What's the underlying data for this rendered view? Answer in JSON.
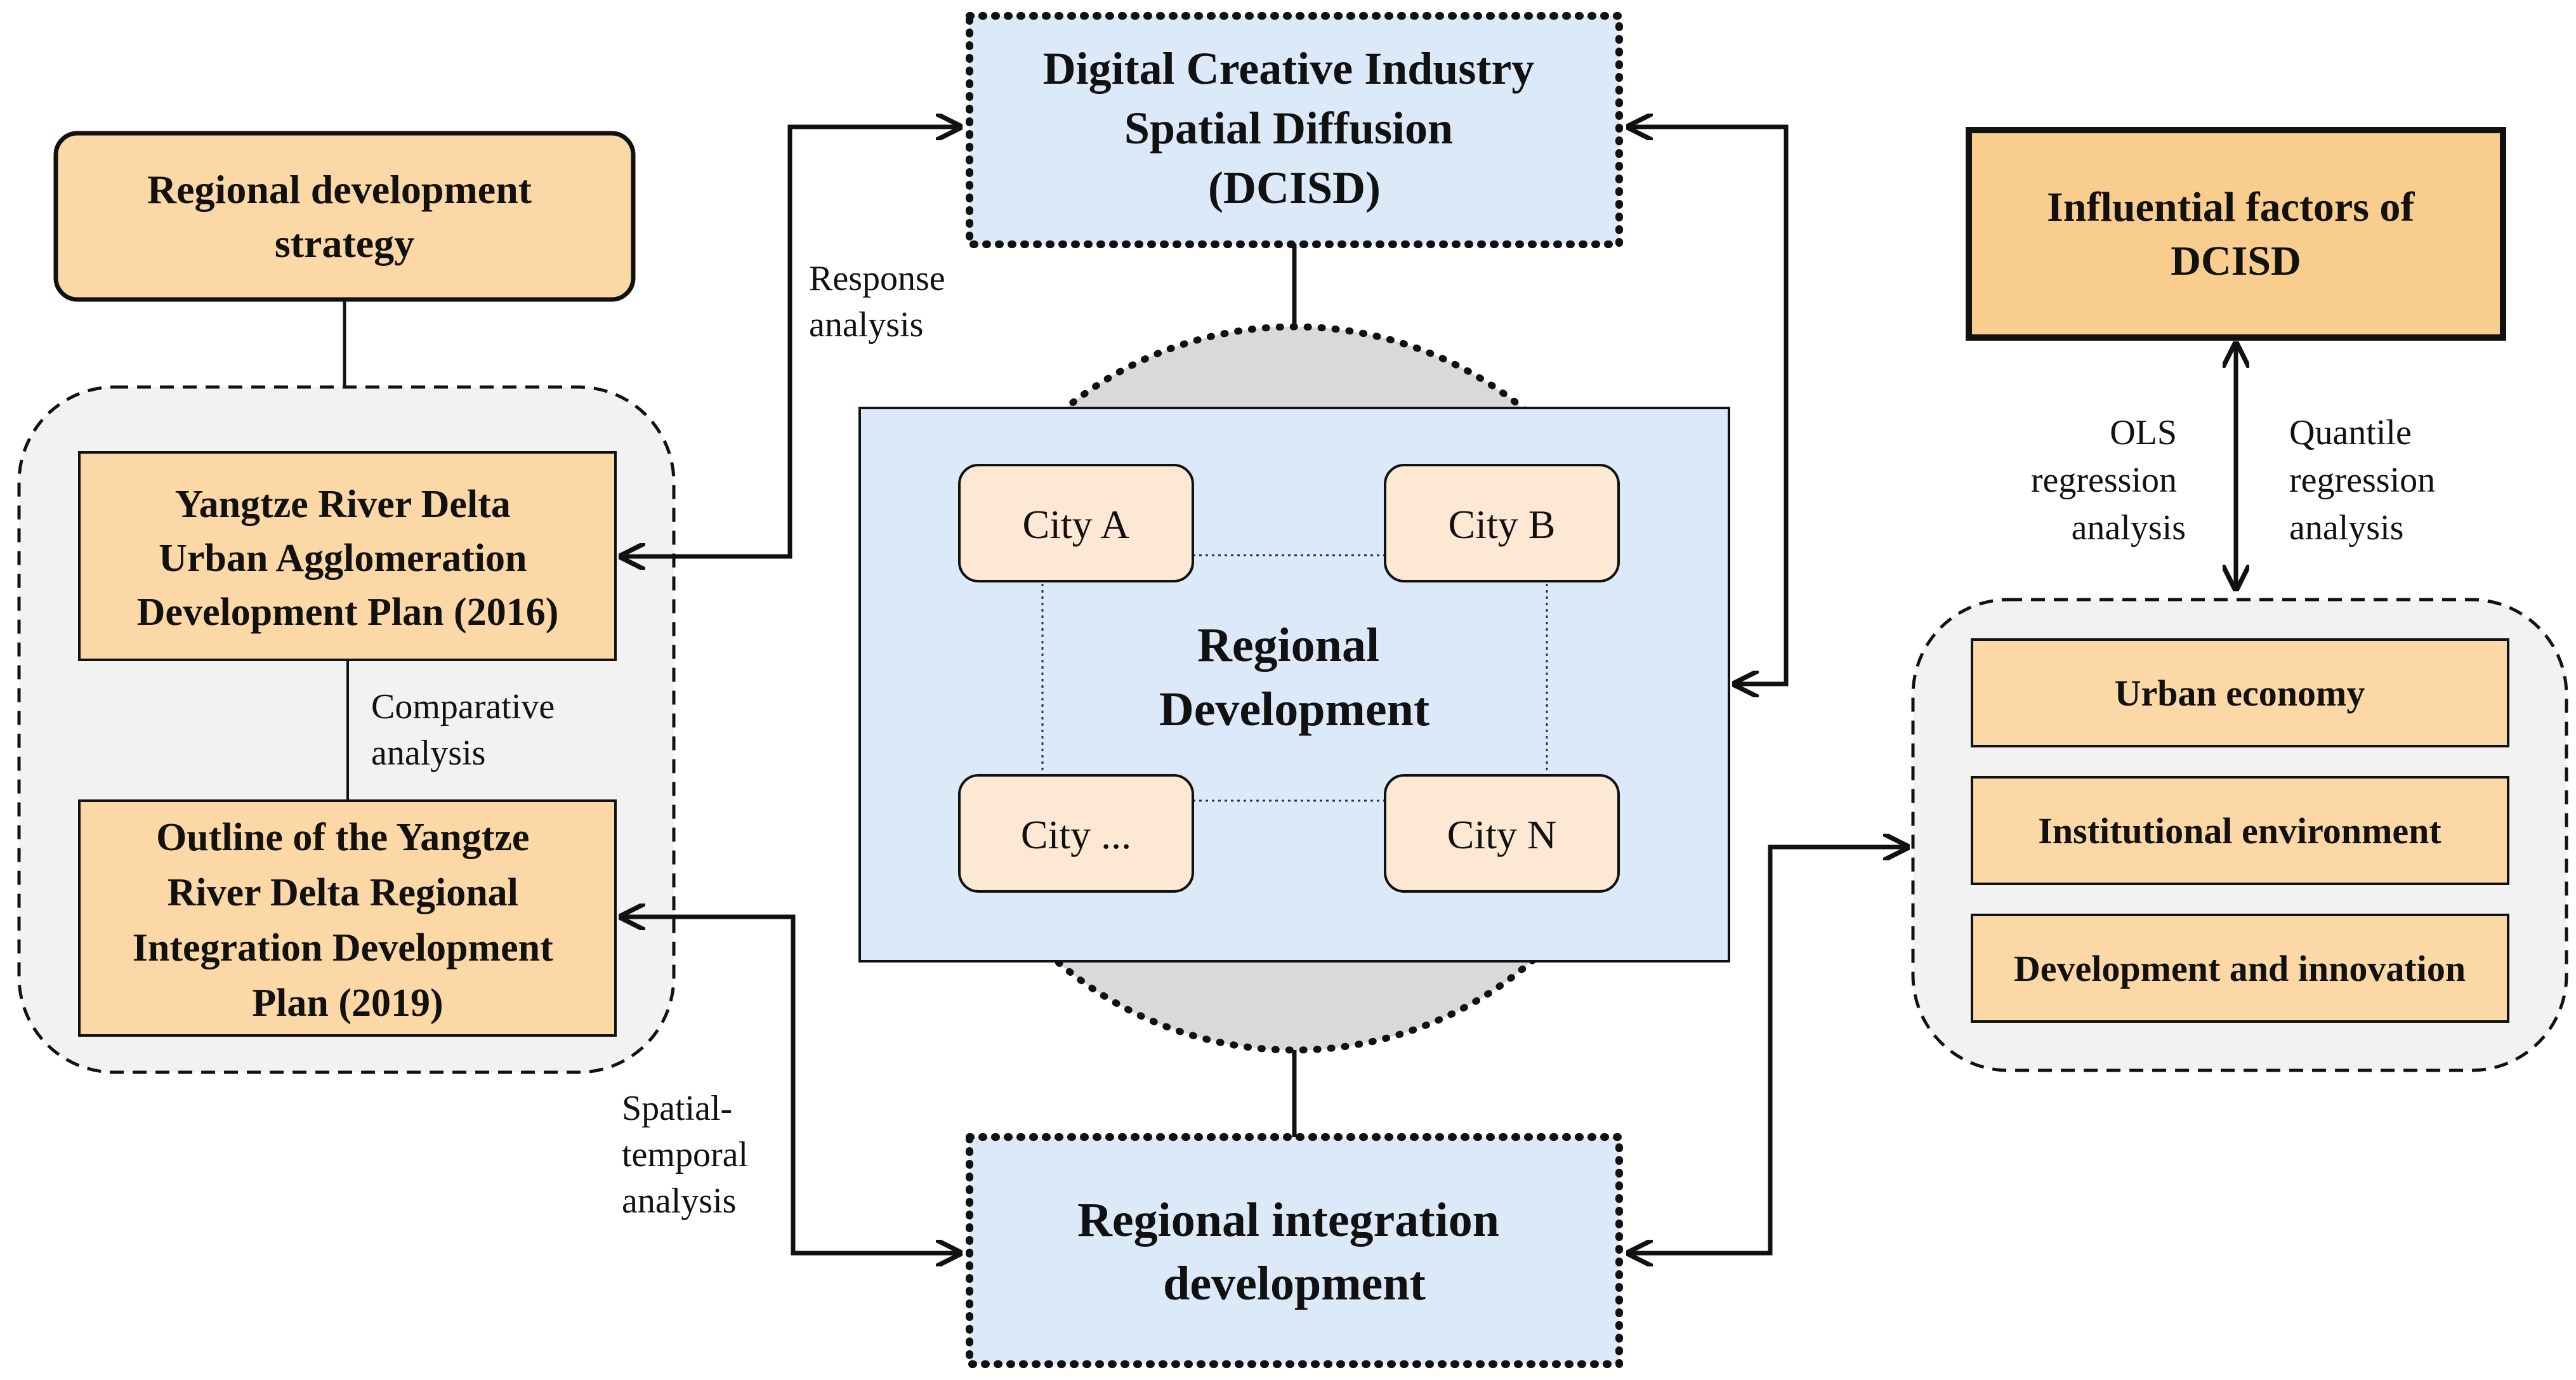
{
  "colors": {
    "orange_fill": "#fbd8a6",
    "orange_head": "#f9cd8e",
    "blue_fill": "#dbe9f8",
    "grey_fill": "#f2f2f2",
    "circle_fill": "#d9d9d9",
    "city_fill": "#fde9d3",
    "stroke": "#111111"
  },
  "nodes": {
    "regional_strategy": {
      "line1": "Regional development",
      "line2": "strategy"
    },
    "plan_2016": {
      "line1": "Yangtze River Delta",
      "line2": "Urban Agglomeration",
      "line3": "Development Plan (2016)"
    },
    "plan_2019": {
      "line1": "Outline of the Yangtze",
      "line2": "River Delta Regional",
      "line3": "Integration Development",
      "line4": "Plan (2019)"
    },
    "dcisd": {
      "line1": "Digital Creative Industry",
      "line2": "Spatial Diffusion",
      "line3": "(DCISD)"
    },
    "regional_development": {
      "line1": "Regional",
      "line2": "Development"
    },
    "cities": {
      "a": "City A",
      "b": "City B",
      "c": "City ...",
      "n": "City N"
    },
    "integration": {
      "line1": "Regional integration",
      "line2": "development"
    },
    "influential": {
      "line1": "Influential factors of",
      "line2": "DCISD"
    },
    "factors": {
      "urban_economy": "Urban economy",
      "institutional": "Institutional environment",
      "innovation": "Development and innovation"
    }
  },
  "edge_labels": {
    "response": {
      "line1": "Response",
      "line2": "analysis"
    },
    "comparative": {
      "line1": "Comparative",
      "line2": "analysis"
    },
    "spatial_temporal": {
      "line1": "Spatial-",
      "line2": "temporal",
      "line3": "analysis"
    },
    "ols": {
      "line1": "OLS",
      "line2": "regression",
      "line3": "analysis"
    },
    "quantile": {
      "line1": "Quantile",
      "line2": "regression",
      "line3": "analysis"
    }
  }
}
